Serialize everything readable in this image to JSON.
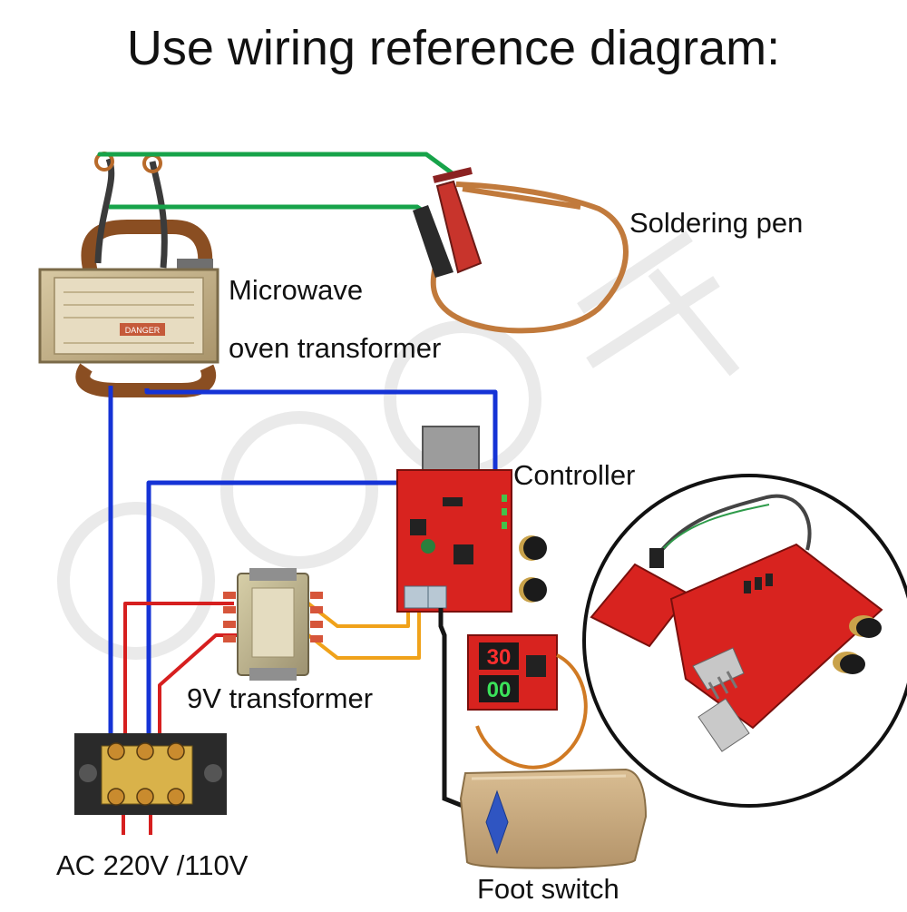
{
  "title": "Use wiring reference diagram:",
  "labels": {
    "soldering_pen": "Soldering pen",
    "microwave_line1": "Microwave",
    "microwave_line2": "oven transformer",
    "controller": "Controller",
    "nine_v_transformer": "9V transformer",
    "ac_input": "AC 220V /110V",
    "foot_switch": "Foot switch"
  },
  "display": {
    "top_digits": "30",
    "bottom_digits": "00"
  },
  "transformer_plate": "DANGER",
  "colors": {
    "output_wire": "#17a34a",
    "mains_wire": "#1533d6",
    "low_voltage_wire": "#d61f1f",
    "signal_wire": "#f0a21a",
    "pcb": "#d8231f",
    "foot_pedal": "#c9a879",
    "copper": "#c17a3c"
  },
  "icons": {
    "terminal_block": "terminal-block-icon",
    "knob": "knob-icon",
    "pedal": "foot-pedal-icon"
  }
}
